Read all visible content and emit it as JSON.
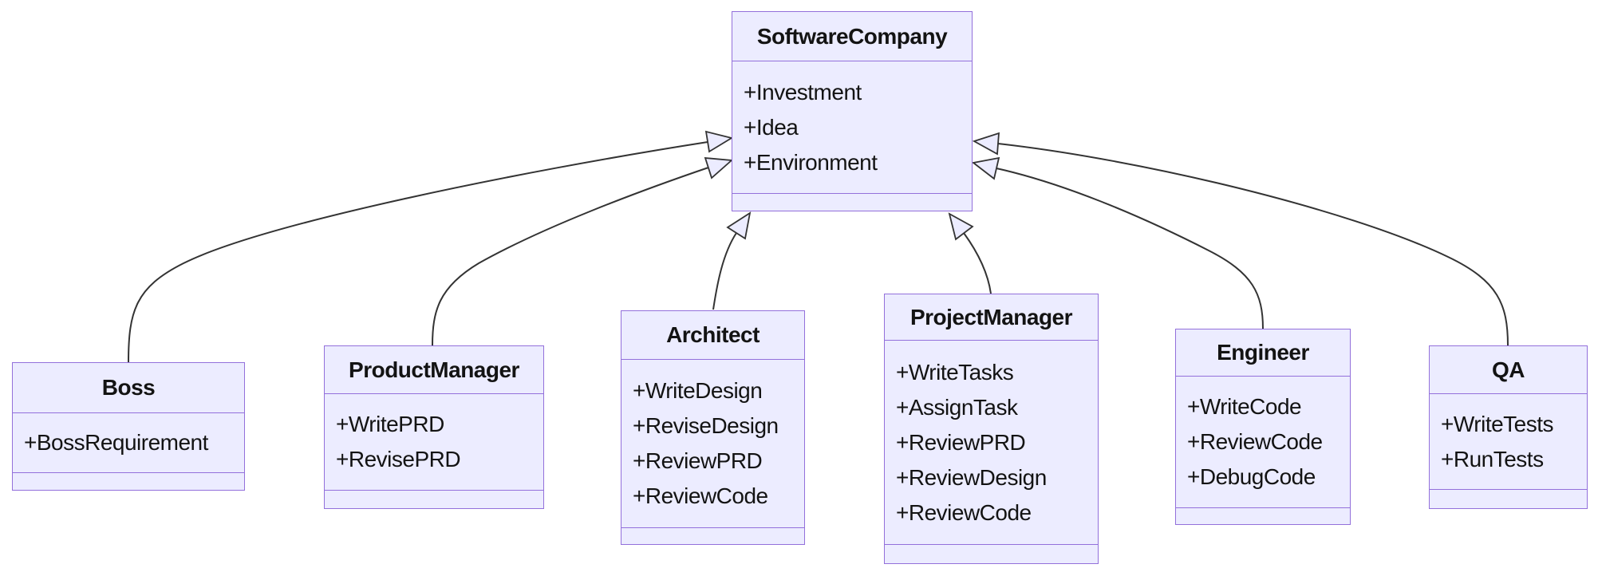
{
  "diagram": {
    "type": "uml-class-diagram",
    "classes": [
      {
        "name": "SoftwareCompany",
        "attributes": [
          "+Investment",
          "+Idea",
          "+Environment"
        ],
        "methods": []
      },
      {
        "name": "Boss",
        "attributes": [
          "+BossRequirement"
        ],
        "methods": []
      },
      {
        "name": "ProductManager",
        "attributes": [
          "+WritePRD",
          "+RevisePRD"
        ],
        "methods": []
      },
      {
        "name": "Architect",
        "attributes": [
          "+WriteDesign",
          "+ReviseDesign",
          "+ReviewPRD",
          "+ReviewCode"
        ],
        "methods": []
      },
      {
        "name": "ProjectManager",
        "attributes": [
          "+WriteTasks",
          "+AssignTask",
          "+ReviewPRD",
          "+ReviewDesign",
          "+ReviewCode"
        ],
        "methods": []
      },
      {
        "name": "Engineer",
        "attributes": [
          "+WriteCode",
          "+ReviewCode",
          "+DebugCode"
        ],
        "methods": []
      },
      {
        "name": "QA",
        "attributes": [
          "+WriteTests",
          "+RunTests"
        ],
        "methods": []
      }
    ],
    "relations": [
      {
        "from": "Boss",
        "to": "SoftwareCompany",
        "type": "inheritance"
      },
      {
        "from": "ProductManager",
        "to": "SoftwareCompany",
        "type": "inheritance"
      },
      {
        "from": "Architect",
        "to": "SoftwareCompany",
        "type": "inheritance"
      },
      {
        "from": "ProjectManager",
        "to": "SoftwareCompany",
        "type": "inheritance"
      },
      {
        "from": "Engineer",
        "to": "SoftwareCompany",
        "type": "inheritance"
      },
      {
        "from": "QA",
        "to": "SoftwareCompany",
        "type": "inheritance"
      }
    ],
    "colors": {
      "node_fill": "#ECECFF",
      "node_border": "#9370DB",
      "edge_line": "#333333",
      "arrowhead_fill": "#ECECFF",
      "text": "#131313",
      "background": "#FFFFFF"
    }
  }
}
